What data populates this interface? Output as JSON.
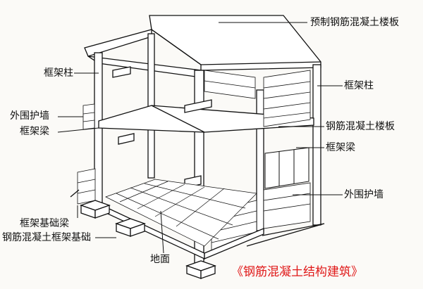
{
  "labels": {
    "precast_slab": "预制钢筋混凝土楼板",
    "frame_column_left": "框架柱",
    "enclosure_wall_left": "外围护墙",
    "frame_beam_left": "框架梁",
    "frame_column_right": "框架柱",
    "rc_floor_slab": "钢筋混凝土楼板",
    "frame_beam_right": "框架梁",
    "enclosure_wall_right": "外围护墙",
    "foundation_beam": "框架基础梁",
    "rc_frame_foundation": "钢筋混凝土框架基础",
    "ground": "地面"
  },
  "caption": "《钢筋混凝土结构建筑》",
  "colors": {
    "line": "#111111",
    "caption": "#e01818",
    "background": "#fbfaf7"
  }
}
